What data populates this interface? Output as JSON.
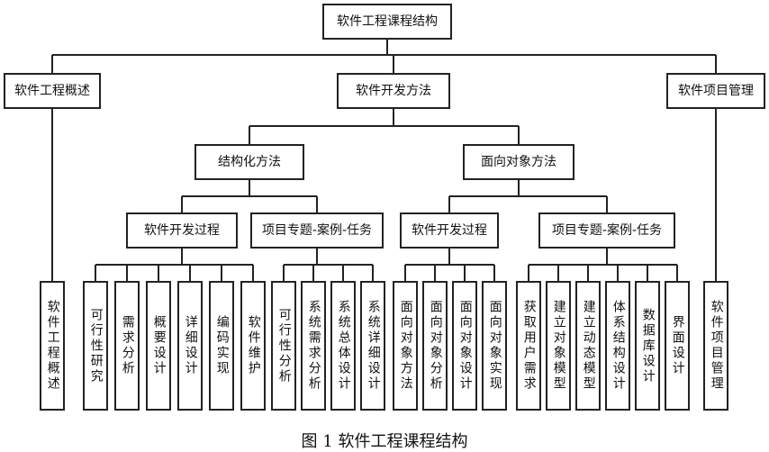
{
  "root": {
    "label": "软件工程课程结构",
    "children": [
      {
        "label": "软件工程概述",
        "children": [
          {
            "label": "软件工程概述"
          }
        ]
      },
      {
        "label": "软件开发方法",
        "children": [
          {
            "label": "结构化方法",
            "children": [
              {
                "label": "软件开发过程",
                "children": [
                  {
                    "label": "可行性研究"
                  },
                  {
                    "label": "需求分析"
                  },
                  {
                    "label": "概要设计"
                  },
                  {
                    "label": "详细设计"
                  },
                  {
                    "label": "编码实现"
                  },
                  {
                    "label": "软件维护"
                  }
                ]
              },
              {
                "label": "项目专题-案例-任务",
                "children": [
                  {
                    "label": "可行性分析"
                  },
                  {
                    "label": "系统需求分析"
                  },
                  {
                    "label": "系统总体设计"
                  },
                  {
                    "label": "系统详细设计"
                  }
                ]
              }
            ]
          },
          {
            "label": "面向对象方法",
            "children": [
              {
                "label": "软件开发过程",
                "children": [
                  {
                    "label": "面向对象方法"
                  },
                  {
                    "label": "面向对象分析"
                  },
                  {
                    "label": "面向对象设计"
                  },
                  {
                    "label": "面向对象实现"
                  }
                ]
              },
              {
                "label": "项目专题-案例-任务",
                "children": [
                  {
                    "label": "获取用户需求"
                  },
                  {
                    "label": "建立对象模型"
                  },
                  {
                    "label": "建立动态模型"
                  },
                  {
                    "label": "体系结构设计"
                  },
                  {
                    "label": "数据库设计"
                  },
                  {
                    "label": "界面设计"
                  }
                ]
              }
            ]
          }
        ]
      },
      {
        "label": "软件项目管理",
        "children": [
          {
            "label": "软件项目管理"
          }
        ]
      }
    ]
  },
  "caption": "图 1  软件工程课程结构"
}
